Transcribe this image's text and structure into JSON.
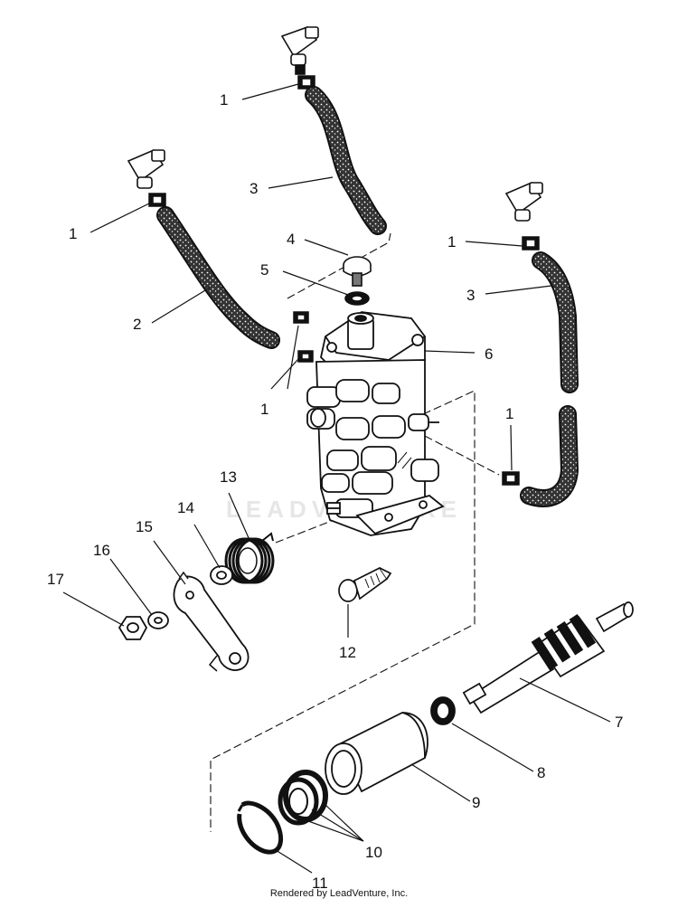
{
  "diagram": {
    "callouts": {
      "c1a": "1",
      "c1b": "1",
      "c1c": "1",
      "c1d": "1",
      "c1e": "1",
      "c2": "2",
      "c3a": "3",
      "c3b": "3",
      "c4": "4",
      "c5": "5",
      "c6": "6",
      "c7": "7",
      "c8": "8",
      "c9": "9",
      "c10": "10",
      "c11": "11",
      "c12": "12",
      "c13": "13",
      "c14": "14",
      "c15": "15",
      "c16": "16",
      "c17": "17"
    },
    "watermark": "LEADVENTURE",
    "footer": "Rendered by LeadVenture, Inc."
  }
}
